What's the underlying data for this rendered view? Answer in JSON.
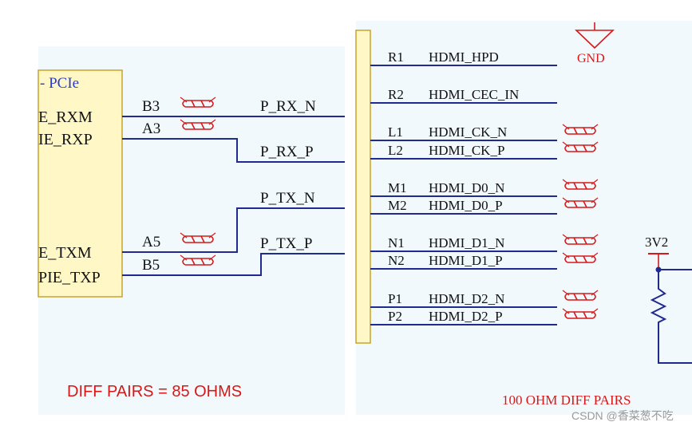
{
  "colors": {
    "bg": "#ffffff",
    "panel": "#f1f9fd",
    "connector": "#fff8c6",
    "connector_stroke": "#c8a428",
    "wire": "#1f2b8f",
    "ink": "#1f2b8f",
    "red": "#d81818",
    "resistor_blue": "#1f2b8f",
    "watermark": "#9a9a9a"
  },
  "left_panel": {
    "pcie_title": "- PCIe",
    "pins": {
      "rxm": "E_RXM",
      "rxp": "IE_RXP",
      "txm": "E_TXM",
      "txp": "PIE_TXP"
    },
    "ball_labels": {
      "b3": "B3",
      "a3": "A3",
      "a5": "A5",
      "b5": "B5"
    },
    "net_labels": {
      "rx_n": "P_RX_N",
      "rx_p": "P_RX_P",
      "tx_n": "P_TX_N",
      "tx_p": "P_TX_P"
    },
    "note": "DIFF PAIRS = 85 OHMS"
  },
  "right_panel": {
    "gnd_label": "GND",
    "power_label": "3V2",
    "pins": [
      {
        "ball": "R1",
        "net": "HDMI_HPD"
      },
      {
        "ball": "R2",
        "net": "HDMI_CEC_IN"
      },
      {
        "ball": "L1",
        "net": "HDMI_CK_N"
      },
      {
        "ball": "L2",
        "net": "HDMI_CK_P"
      },
      {
        "ball": "M1",
        "net": "HDMI_D0_N"
      },
      {
        "ball": "M2",
        "net": "HDMI_D0_P"
      },
      {
        "ball": "N1",
        "net": "HDMI_D1_N"
      },
      {
        "ball": "N2",
        "net": "HDMI_D1_P"
      },
      {
        "ball": "P1",
        "net": "HDMI_D2_N"
      },
      {
        "ball": "P2",
        "net": "HDMI_D2_P"
      }
    ],
    "note": "100 OHM DIFF PAIRS"
  },
  "watermark": "CSDN @香菜葱不吃"
}
